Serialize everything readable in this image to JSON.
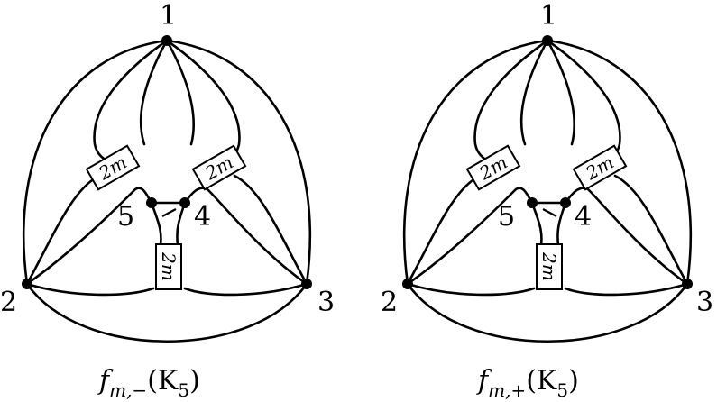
{
  "diagrams": [
    {
      "vertex_labels": {
        "v1": "1",
        "v2": "2",
        "v3": "3",
        "v4": "4",
        "v5": "5"
      },
      "twist_boxes": {
        "left": "2m",
        "right": "2m",
        "bottom": "2m"
      },
      "caption": {
        "f": "f",
        "sub": "m,−",
        "arg": "(K",
        "argsub": "5",
        "close": ")"
      }
    },
    {
      "vertex_labels": {
        "v1": "1",
        "v2": "2",
        "v3": "3",
        "v4": "4",
        "v5": "5"
      },
      "twist_boxes": {
        "left": "2m",
        "right": "2m",
        "bottom": "2m"
      },
      "caption": {
        "f": "f",
        "sub": "m,+",
        "arg": "(K",
        "argsub": "5",
        "close": ")"
      }
    }
  ]
}
